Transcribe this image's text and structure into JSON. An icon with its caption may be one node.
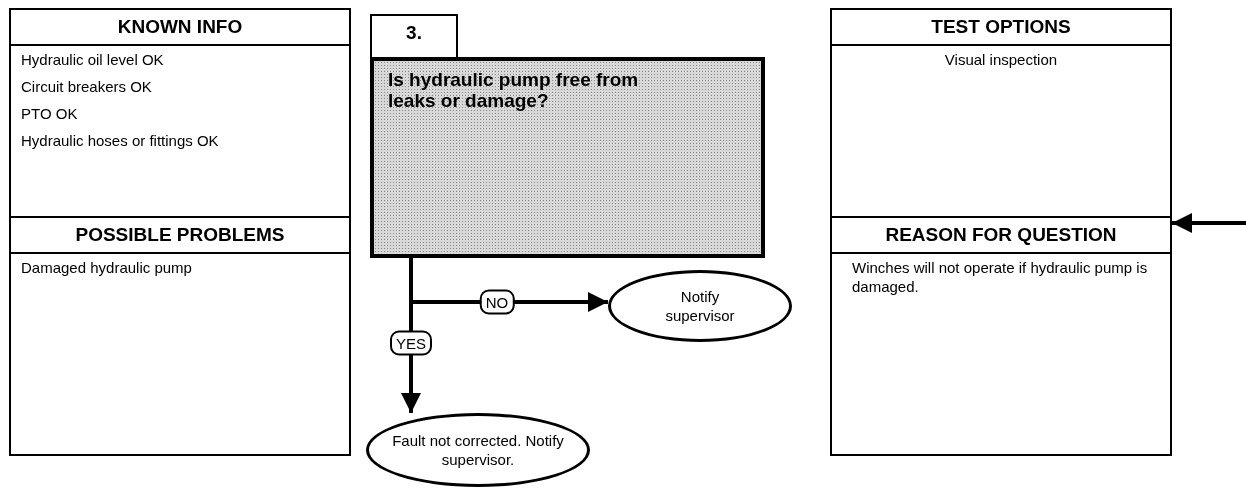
{
  "diagram": {
    "nodes": [
      {
        "text": [
          "KNOWN INFO",
          "Hydraulic oil level OK",
          "Circuit breakers OK",
          "PTO OK",
          "Hydraulic hoses or fittings OK",
          "POSSIBLE PROBLEMS",
          "Damaged hydraulic pump"
        ]
      },
      {
        "text": [
          "3."
        ]
      },
      {
        "text": [
          "Is hydraulic pump free from leaks or damage?"
        ]
      },
      {
        "text": [
          "Notify supervisor"
        ]
      },
      {
        "text": [
          "Fault not corrected. Notify supervisor."
        ]
      },
      {
        "text": [
          "TEST OPTIONS",
          "Visual inspection",
          "REASON FOR QUESTION",
          "Winches will not operate if hydraulic pump is damaged."
        ]
      }
    ],
    "edges": [
      {
        "from": 2,
        "to": 3,
        "arrow": "to",
        "label": "NO"
      },
      {
        "from": 2,
        "to": 4,
        "arrow": "to",
        "label": "YES"
      },
      {
        "from": null,
        "to": 5,
        "arrow": "to"
      }
    ]
  }
}
